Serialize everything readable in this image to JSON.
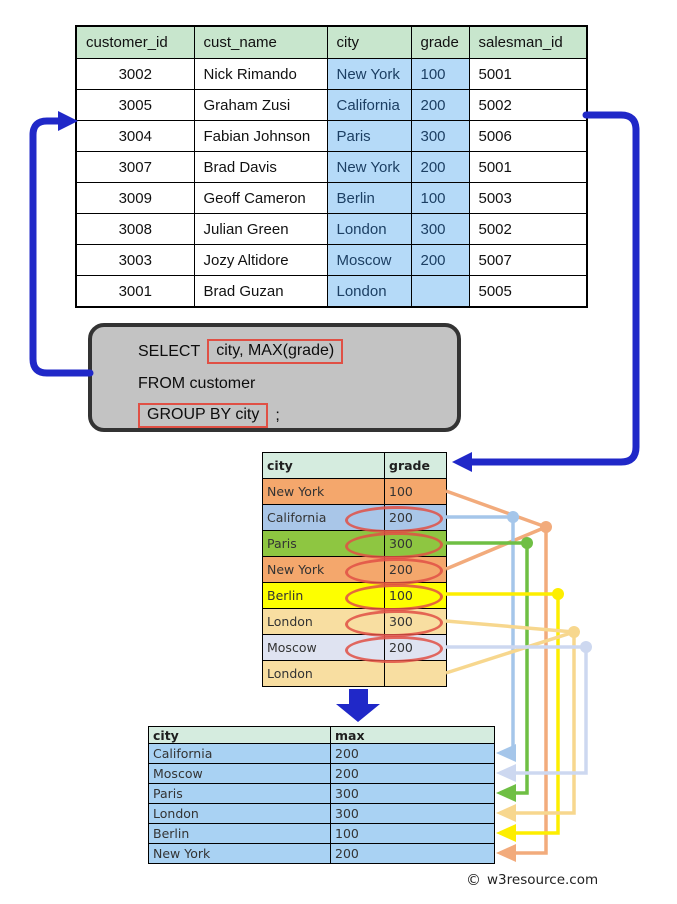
{
  "colors": {
    "table_header_green": "#c8e6cd",
    "result_header_green": "#d5ecdf",
    "top_city_grade_blue": "#b5daf8",
    "top_city_grade_text": "#1c3f63",
    "result_row_blue": "#a9d2f3",
    "row_orange": "#f4a76c",
    "row_blue": "#a9c6e8",
    "row_green": "#8ec641",
    "row_yellow": "#fdff00",
    "row_wheat": "#f8dea1",
    "row_lavender": "#dfe3f1",
    "line_orange": "#f2ab7c",
    "line_blue": "#a5c6ea",
    "line_green": "#6fbf44",
    "line_yellow": "#fdee00",
    "line_wheat": "#f7d78e",
    "line_lavender": "#cdd8f0",
    "flow_arrow_blue": "#2028c8",
    "annotation_red": "#e05045",
    "sql_box_bg": "#c3c3c3",
    "sql_box_border": "#333333"
  },
  "top_table": {
    "headers": [
      "customer_id",
      "cust_name",
      "city",
      "grade",
      "salesman_id"
    ],
    "rows": [
      {
        "customer_id": "3002",
        "cust_name": "Nick Rimando",
        "city": "New York",
        "grade": "100",
        "salesman_id": "5001"
      },
      {
        "customer_id": "3005",
        "cust_name": "Graham Zusi",
        "city": "California",
        "grade": "200",
        "salesman_id": "5002"
      },
      {
        "customer_id": "3004",
        "cust_name": "Fabian Johnson",
        "city": "Paris",
        "grade": "300",
        "salesman_id": "5006"
      },
      {
        "customer_id": "3007",
        "cust_name": "Brad Davis",
        "city": "New York",
        "grade": "200",
        "salesman_id": "5001"
      },
      {
        "customer_id": "3009",
        "cust_name": "Geoff Cameron",
        "city": "Berlin",
        "grade": "100",
        "salesman_id": "5003"
      },
      {
        "customer_id": "3008",
        "cust_name": "Julian Green",
        "city": "London",
        "grade": "300",
        "salesman_id": "5002"
      },
      {
        "customer_id": "3003",
        "cust_name": "Jozy Altidore",
        "city": "Moscow",
        "grade": "200",
        "salesman_id": "5007"
      },
      {
        "customer_id": "3001",
        "cust_name": "Brad Guzan",
        "city": "London",
        "grade": "",
        "salesman_id": "5005"
      }
    ]
  },
  "sql_box": {
    "line1_prefix": "SELECT",
    "line1_boxed": "city, MAX(grade)",
    "line2": "FROM customer",
    "line3_boxed": "GROUP BY city",
    "line3_suffix": ";"
  },
  "middle_table": {
    "headers": [
      "city",
      "grade"
    ],
    "rows": [
      {
        "city": "New York",
        "grade": "100",
        "bg": "#f4a76c",
        "circled": false
      },
      {
        "city": "California",
        "grade": "200",
        "bg": "#a9c6e8",
        "circled": true
      },
      {
        "city": "Paris",
        "grade": "300",
        "bg": "#8ec641",
        "circled": true
      },
      {
        "city": "New York",
        "grade": "200",
        "bg": "#f4a76c",
        "circled": true
      },
      {
        "city": "Berlin",
        "grade": "100",
        "bg": "#fdff00",
        "circled": true
      },
      {
        "city": "London",
        "grade": "300",
        "bg": "#f8dea1",
        "circled": true
      },
      {
        "city": "Moscow",
        "grade": "200",
        "bg": "#dfe3f1",
        "circled": true
      },
      {
        "city": "London",
        "grade": "",
        "bg": "#f8dea1",
        "circled": false
      }
    ]
  },
  "bottom_table": {
    "headers": [
      "city",
      "max"
    ],
    "rows": [
      {
        "city": "California",
        "max": "200"
      },
      {
        "city": "Moscow",
        "max": "200"
      },
      {
        "city": "Paris",
        "max": "300"
      },
      {
        "city": "London",
        "max": "300"
      },
      {
        "city": "Berlin",
        "max": "100"
      },
      {
        "city": "New York",
        "max": "200"
      }
    ]
  },
  "footer": {
    "copyright_symbol": "©",
    "site": "w3resource.com"
  }
}
